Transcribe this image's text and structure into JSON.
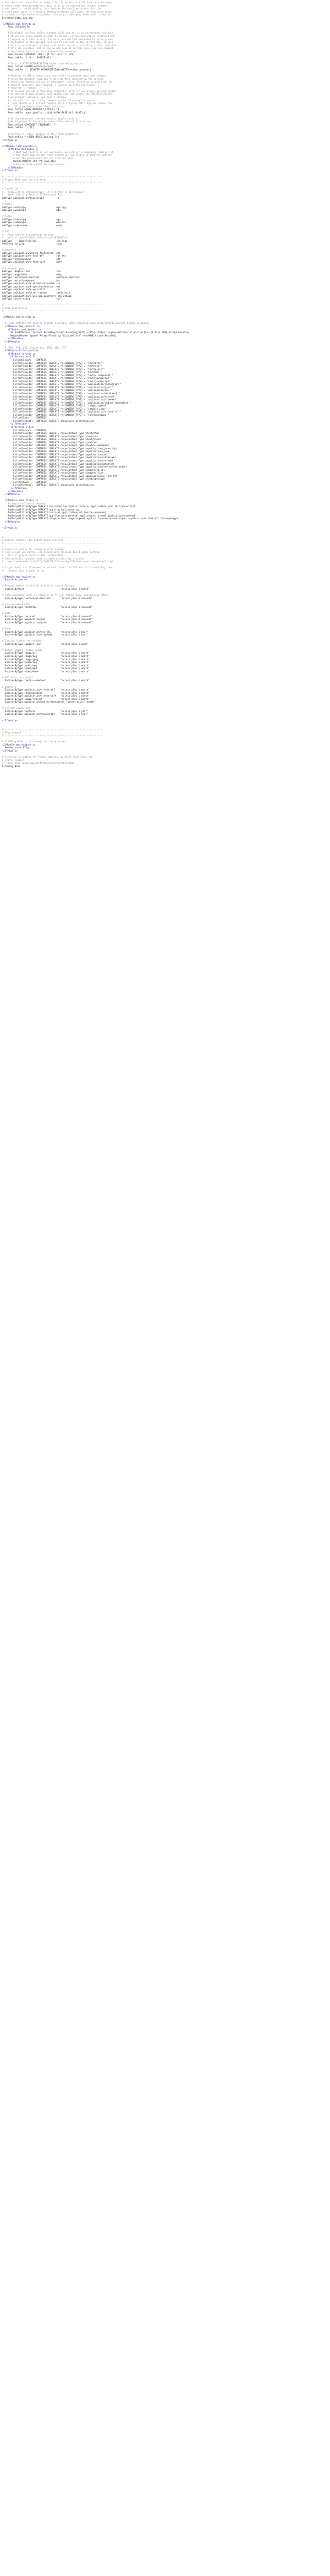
{
  "file": {
    "lines": [
      "# Use the front controller as index file. It serves as a fallback solution when",
      "# every other rewrite/redirect fails (e.g. in an aliased environment without",
      "# mod_rewrite). Additionally, this reduces the matching process for the",
      "# start page (path \"/\") because otherwise Apache will apply the rewriting rules",
      "# to each configured DirectoryIndex file (e.g. index.php, index.html, index.pl).",
      "DirectoryIndex app.php",
      "",
      "<IfModule mod_rewrite.c>",
      "    RewriteEngine On",
      "",
      "    # Determine the RewriteBase automatically and set it as environment variable.",
      "    # If you are using Apache aliases to do mass virtual hosting or installed the",
      "    # project in a subdirectory, the base path will be prepended to allow proper",
      "    # resolution of the app.php file and to redirect to the correct URI. It will",
      "    # work in environments without path prefix as well, providing a safe, one-size",
      "    # fits all solution. But as you do not need it in this case, you can comment",
      "    # the following 2 lines to eliminate the overhead.",
      "    RewriteCond %{REQUEST_URI}::$1 ^(/.+)/(.*)::\\2$",
      "    RewriteRule ^(.*) - [E=BASE:%1]",
      "",
      "    # Sets the HTTP_AUTHORIZATION header removed by Apache",
      "    RewriteCond %{HTTP:Authorization} .",
      "    RewriteRule ^ - [E=HTTP_AUTHORIZATION:%{HTTP:Authorization}]",
      "",
      "    # Redirect to URI without front controller to prevent duplicate content",
      "    # (with and without `/app.php`). Only do this redirect on the initial",
      "    # rewrite by Apache and not on subsequent cycles. Otherwise we would get an",
      "    # endless redirect loop (request -> rewrite to front controller ->",
      "    # redirect -> request -> ...).",
      "    # So in case you get a \"too many redirects\" error or you always get redirected",
      "    # to the start page because your Apache does not expose the REDIRECT_STATUS",
      "    # environment variable, you have 2 choices:",
      "    # - disable this feature by commenting the following 2 lines or",
      "    # - use Apache >= 2.3.9 and replace all L flags by END flags and remove the",
      "    #   following RewriteCond (best solution)",
      "    RewriteCond %{ENV:REDIRECT_STATUS} ^$",
      "    RewriteRule ^app\\.php(?:/(.*)|$) %{ENV:BASE}/$1 [R=301,L]",
      "",
      "    # If the requested filename exists, simply serve it.",
      "    # We only want to let Apache serve files and not directories.",
      "    RewriteCond %{REQUEST_FILENAME} -f",
      "    RewriteRule ^ - [L]",
      "",
      "    # Rewrite all other queries to the front controller.",
      "    RewriteRule ^ %{ENV:BASE}/app.php [L]",
      "</IfModule>",
      "",
      "<IfModule !mod_rewrite.c>",
      "    <IfModule mod_alias.c>",
      "        # When mod_rewrite is not available, we instruct a temporary redirect of",
      "        # the start page to the front controller explicitly so that the website",
      "        # and the generated links can still be used.",
      "        RedirectMatch 302 ^/$ /app.php/",
      "        # RedirectTemp cannot be used instead",
      "    </IfModule>",
      "</IfModule>",
      "",
      "# ----------------------------------------------------------------------",
      "# Proper MIME type for all files",
      "# ----------------------------------------------------------------------",
      "",
      "# JavaScript",
      "#   Normalize to standard type (it's sniffed in IE anyways)",
      "#   tools.ietf.org/html/rfc4329#section-7.2",
      "AddType application/javascript         js",
      "",
      "# Audio",
      "AddType audio/ogg                      oga ogg",
      "AddType audio/mp4                      m4a",
      "",
      "# Video",
      "AddType video/ogg                      ogv",
      "AddType video/mp4                      mp4 m4v",
      "AddType video/webm                     webm",
      "",
      "# SVG",
      "#   Required for svg webfonts on iPad",
      "#   twitter.com/FontSquirrel/status/14855840545",
      "AddType     image/svg+xml              svg svgz",
      "AddEncoding gzip                       svgz",
      "",
      "# Webfonts",
      "AddType application/vnd.ms-fontobject  eot",
      "AddType application/x-font-ttf         ttf ttc",
      "AddType font/opentype                  otf",
      "AddType application/x-font-woff        woff",
      "",
      "# Assorted types",
      "AddType image/x-icon                   ico",
      "AddType image/webp                     webp",
      "AddType text/cache-manifest            appcache manifest",
      "AddType text/x-component               htc",
      "AddType application/x-chrome-extension crx",
      "AddType application/x-opera-extension  oex",
      "AddType application/x-xpinstall        xpi",
      "AddType application/octet-stream       safariextz",
      "AddType application/x-web-app-manifest+json webapp",
      "AddType text/x-vcard                   vcf",
      "",
      "# ----------------------------------------------------------------------",
      "# Gzip compression",
      "# ----------------------------------------------------------------------",
      "",
      "<IfModule mod_deflate.c>",
      "",
      "  # Force deflate for mangled headers developer.yahoo.com/blogs/ydn/posts/2010/12/pushing-beyond-gzipping/",
      "  <IfModule mod_setenvif.c>",
      "    <IfModule mod_headers.c>",
      "      SetEnvIfNoCase ^(Accept-EncodXng|X-cept-Encoding|X{15}|~{15}|-{15})$ ^((gzip|deflate)\\s*,?\\s*)+|[X~-]{4,13}$ HAVE_Accept-Encoding",
      "      RequestHeader append Accept-Encoding \"gzip,deflate\" env=HAVE_Accept-Encoding",
      "    </IfModule>",
      "  </IfModule>",
      "",
      "  # HTML, TXT, CSS, JavaScript, JSON, XML, HTC:",
      "  <IfModule filter_module>",
      "    <IfModule version.c>",
      "      <IfVersion >= 2.4>",
      "        FilterDeclare   COMPRESS",
      "        FilterProvider  COMPRESS  DEFLATE \"%{CONTENT_TYPE} = 'text/html'\"",
      "        FilterProvider  COMPRESS  DEFLATE \"%{CONTENT_TYPE} = 'text/css'\"",
      "        FilterProvider  COMPRESS  DEFLATE \"%{CONTENT_TYPE} = 'text/plain'\"",
      "        FilterProvider  COMPRESS  DEFLATE \"%{CONTENT_TYPE} = 'text/xml'\"",
      "        FilterProvider  COMPRESS  DEFLATE \"%{CONTENT_TYPE} = 'text/x-component'\"",
      "        FilterProvider  COMPRESS  DEFLATE \"%{CONTENT_TYPE} = 'text/javascript'\"",
      "        FilterProvider  COMPRESS  DEFLATE \"%{CONTENT_TYPE} = 'text/javascript'\"",
      "        FilterProvider  COMPRESS  DEFLATE \"%{CONTENT_TYPE} = 'application/javascript'\"",
      "        FilterProvider  COMPRESS  DEFLATE \"%{CONTENT_TYPE} = 'application/json'\"",
      "        FilterProvider  COMPRESS  DEFLATE \"%{CONTENT_TYPE} = 'application/xml'\"",
      "        FilterProvider  COMPRESS  DEFLATE \"%{CONTENT_TYPE} = 'application/xhtml+xml'\"",
      "        FilterProvider  COMPRESS  DEFLATE \"%{CONTENT_TYPE} = 'application/rss+xml'\"",
      "        FilterProvider  COMPRESS  DEFLATE \"%{CONTENT_TYPE} = 'application/atom+xml'\"",
      "        FilterProvider  COMPRESS  DEFLATE \"%{CONTENT_TYPE} = 'application/vnd.ms-fontobject'\"",
      "        FilterProvider  COMPRESS  DEFLATE \"%{CONTENT_TYPE} = 'image/svg+xml'\"",
      "        FilterProvider  COMPRESS  DEFLATE \"%{CONTENT_TYPE} = 'image/x-icon'\"",
      "        FilterProvider  COMPRESS  DEFLATE \"%{CONTENT_TYPE} = 'application/x-font-ttf'\"",
      "        FilterProvider  COMPRESS  DEFLATE \"%{CONTENT_TYPE} = 'font/opentype'\"",
      "        FilterChain     COMPRESS",
      "        FilterProtocol  COMPRESS  DEFLATE change=yes;byteranges=no",
      "      </IfVersion>",
      "      <IfVersion < 2.4>",
      "        FilterDeclare   COMPRESS",
      "        FilterProvider  COMPRESS  DEFLATE resp=Content-Type $text/html",
      "        FilterProvider  COMPRESS  DEFLATE resp=Content-Type $text/css",
      "        FilterProvider  COMPRESS  DEFLATE resp=Content-Type $text/plain",
      "        FilterProvider  COMPRESS  DEFLATE resp=Content-Type $text/xml",
      "        FilterProvider  COMPRESS  DEFLATE resp=Content-Type $text/x-component",
      "        FilterProvider  COMPRESS  DEFLATE resp=Content-Type $application/javascript",
      "        FilterProvider  COMPRESS  DEFLATE resp=Content-Type $application/json",
      "        FilterProvider  COMPRESS  DEFLATE resp=Content-Type $application/xml",
      "        FilterProvider  COMPRESS  DEFLATE resp=Content-Type $application/xhtml+xml",
      "        FilterProvider  COMPRESS  DEFLATE resp=Content-Type $application/rss+xml",
      "        FilterProvider  COMPRESS  DEFLATE resp=Content-Type $application/atom+xml",
      "        FilterProvider  COMPRESS  DEFLATE resp=Content-Type $application/vnd.ms-fontobject",
      "        FilterProvider  COMPRESS  DEFLATE resp=Content-Type $image/svg+xml",
      "        FilterProvider  COMPRESS  DEFLATE resp=Content-Type $image/x-icon",
      "        FilterProvider  COMPRESS  DEFLATE resp=Content-Type $application/x-font-ttf",
      "        FilterProvider  COMPRESS  DEFLATE resp=Content-Type $font/opentype",
      "        FilterChain     COMPRESS",
      "        FilterProtocol  COMPRESS  DEFLATE change=yes;byteranges=no",
      "      </IfVersion>",
      "    </IfModule>",
      "  </IfModule>",
      "",
      "  <IfModule !mod_filter.c>",
      "    # Legacy versions of Apache",
      "    AddOutputFilterByType DEFLATE text/html text/plain text/css application/json text/javascript",
      "    AddOutputFilterByType DEFLATE application/javascript",
      "    AddOutputFilterByType DEFLATE text/xml application/xml text/x-component",
      "    AddOutputFilterByType DEFLATE application/xhtml+xml application/rss+xml application/atom+xml",
      "    AddOutputFilterByType DEFLATE image/x-icon image/svg+xml application/vnd.ms-fontobject application/x-font-ttf font/opentype",
      "  </IfModule>",
      "",
      "</IfModule>",
      "",
      "",
      "# ----------------------------------------------------------------------",
      "# Expires headers (for better cache control)",
      "# ----------------------------------------------------------------------",
      "",
      "# These are pretty far-future expires headers.",
      "# They assume you control versioning with filename-based cache busting",
      "#   (script.js?v=3 style is NOT recommended).",
      "# Additionally, consider that outdated proxies may miscache",
      "#   www.stevesouders.com/blog/2008/08/23/revving-filenames-dont-use-querystring/",
      "",
      "# If you don't use filenames to version, lower the CSS and JS to something like",
      "#   \"access plus 1 week\" or so.",
      "",
      "<IfModule mod_expires.c>",
      "  ExpiresActive on",
      "",
      "# Perhaps better to whitelist expires rules? Perhaps.",
      "  ExpiresDefault                          \"access plus 1 month\"",
      "",
      "# cache.appcache needs re-requests in FF 3.6 (thanks Remy ~Introducing HTML5)",
      "  ExpiresByType text/cache-manifest       \"access plus 0 seconds\"",
      "",
      "# Your document html",
      "  ExpiresByType text/html                 \"access plus 0 seconds\"",
      "",
      "# Data",
      "  ExpiresByType text/xml                  \"access plus 0 seconds\"",
      "  ExpiresByType application/xml           \"access plus 0 seconds\"",
      "  ExpiresByType application/json          \"access plus 0 seconds\"",
      "",
      "# Feed",
      "  ExpiresByType application/rss+xml       \"access plus 1 hour\"",
      "  ExpiresByType application/atom+xml      \"access plus 1 hour\"",
      "",
      "# Favicon (cannot be renamed)",
      "  ExpiresByType image/x-icon              \"access plus 1 week\"",
      "",
      "# Media: images, video, audio",
      "  ExpiresByType image/gif                 \"access plus 1 month\"",
      "  ExpiresByType image/png                 \"access plus 1 month\"",
      "  ExpiresByType image/jpeg                \"access plus 1 month\"",
      "  ExpiresByType video/ogg                 \"access plus 1 month\"",
      "  ExpiresByType audio/ogg                 \"access plus 1 month\"",
      "  ExpiresByType video/mp4                 \"access plus 1 month\"",
      "  ExpiresByType video/webm                \"access plus 1 month\"",
      "",
      "# HTC files  (css3pie)",
      "  ExpiresByType text/x-component          \"access plus 1 month\"",
      "",
      "# Webfonts",
      "  ExpiresByType application/x-font-ttf    \"access plus 1 month\"",
      "  ExpiresByType font/opentype             \"access plus 1 month\"",
      "  ExpiresByType application/x-font-woff   \"access plus 1 month\"",
      "  ExpiresByType image/svg+xml             \"access plus 1 month\"",
      "  ExpiresByType application/vnd.ms-fontobject \"access plus 1 month\"",
      "",
      "# CSS and JavaScript",
      "  ExpiresByType text/css                  \"access plus 1 year\"",
      "  ExpiresByType application/javascript    \"access plus 1 year\"",
      "",
      "</IfModule>",
      "",
      "",
      "# ----------------------------------------------------------------------",
      "# ETag removal",
      "# ----------------------------------------------------------------------",
      "",
      "# FileETag None is not enough for every server.",
      "<IfModule mod_headers.c>",
      "  Header unset ETag",
      "</IfModule>",
      "",
      "# Since we're sending far-future expires, we don't need ETags for",
      "# static content.",
      "#   developer.yahoo.com/performance/rules.html#etags",
      "FileETag None"
    ]
  }
}
